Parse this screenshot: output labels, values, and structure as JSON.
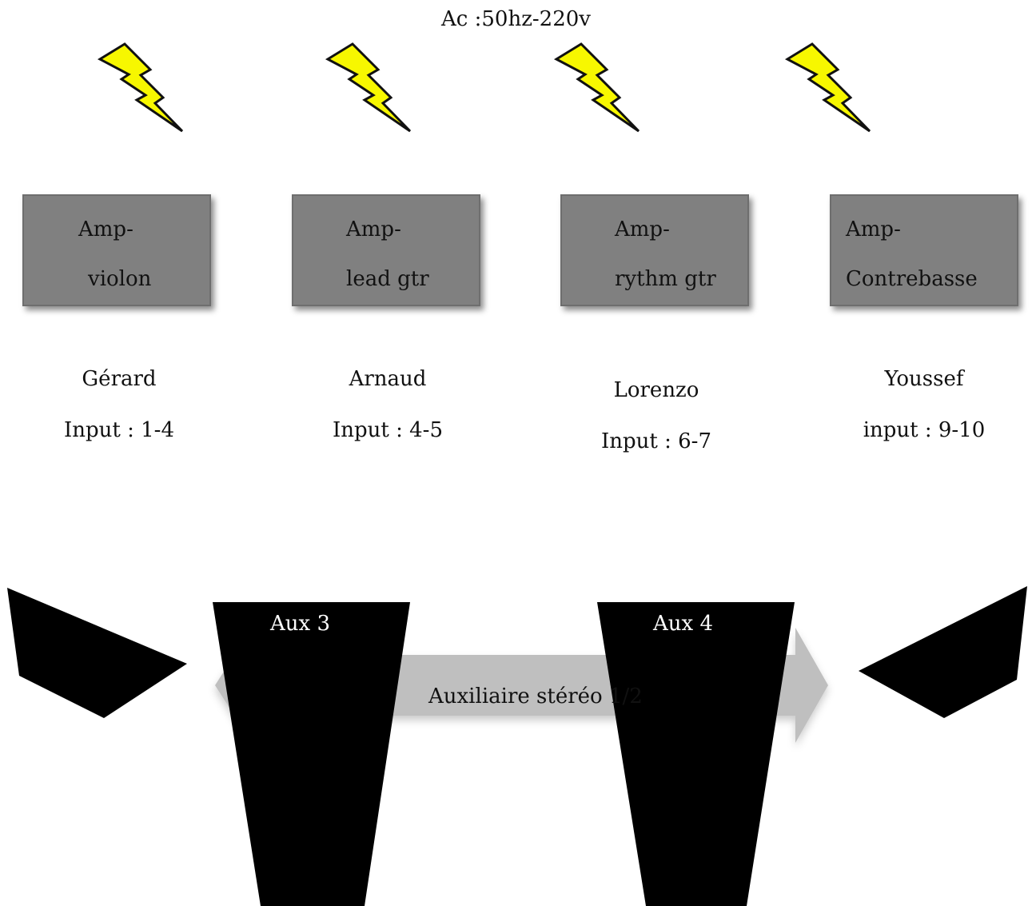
{
  "power": {
    "label": "Ac :50hz-220v"
  },
  "amps": [
    {
      "line1": "Amp-",
      "line2": "violon",
      "musician": "Gérard",
      "input": "Input : 1-4"
    },
    {
      "line1": "Amp-",
      "line2": "lead gtr",
      "musician": "Arnaud",
      "input": "Input : 4-5"
    },
    {
      "line1": "Amp-",
      "line2": "rythm gtr",
      "musician": "Lorenzo",
      "input": "Input : 6-7"
    },
    {
      "line1": "Amp-",
      "line2": "Contrebasse",
      "musician": "Youssef",
      "input": "input : 9-10"
    }
  ],
  "aux_main": {
    "label": "Auxiliaire stéréo 1/2"
  },
  "aux_monitors": [
    {
      "label": "Aux 3"
    },
    {
      "label": "Aux 4"
    }
  ],
  "colors": {
    "bolt_fill": "#f7f700",
    "bolt_stroke": "#111111",
    "amp_fill": "#808080",
    "speaker_fill": "#000000",
    "arrow_fill": "#bfbfbf"
  },
  "icons": [
    "lightning-bolt-icon",
    "speaker-icon",
    "double-arrow-icon"
  ]
}
